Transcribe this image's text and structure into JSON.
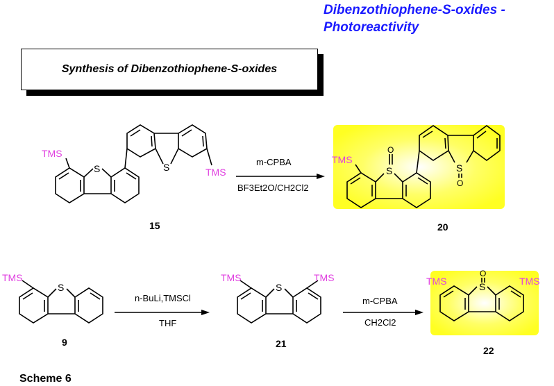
{
  "header": {
    "title_line1": "Dibenzothiophene-S-oxides -",
    "title_line2": "Photoreactivity"
  },
  "section_box": {
    "label": "Synthesis of Dibenzothiophene-S-oxides"
  },
  "scheme_label": "Scheme 6",
  "colors": {
    "title": "#1a1aff",
    "tms": "#e040e0",
    "highlight": "#ffff33"
  },
  "atoms": {
    "tms": "TMS",
    "sulfur": "S",
    "oxygen": "O"
  },
  "reactions": {
    "top": {
      "reagent_above": "m-CPBA",
      "reagent_below": "BF3Et2O/CH2Cl2",
      "reactant_number": "15",
      "product_number": "20"
    },
    "bottom_step1": {
      "reagent_above": "n-BuLi,TMSCl",
      "reagent_below": "THF",
      "reactant_number": "9",
      "product_number": "21"
    },
    "bottom_step2": {
      "reagent_above": "m-CPBA",
      "reagent_below": "CH2Cl2",
      "product_number": "22"
    }
  }
}
